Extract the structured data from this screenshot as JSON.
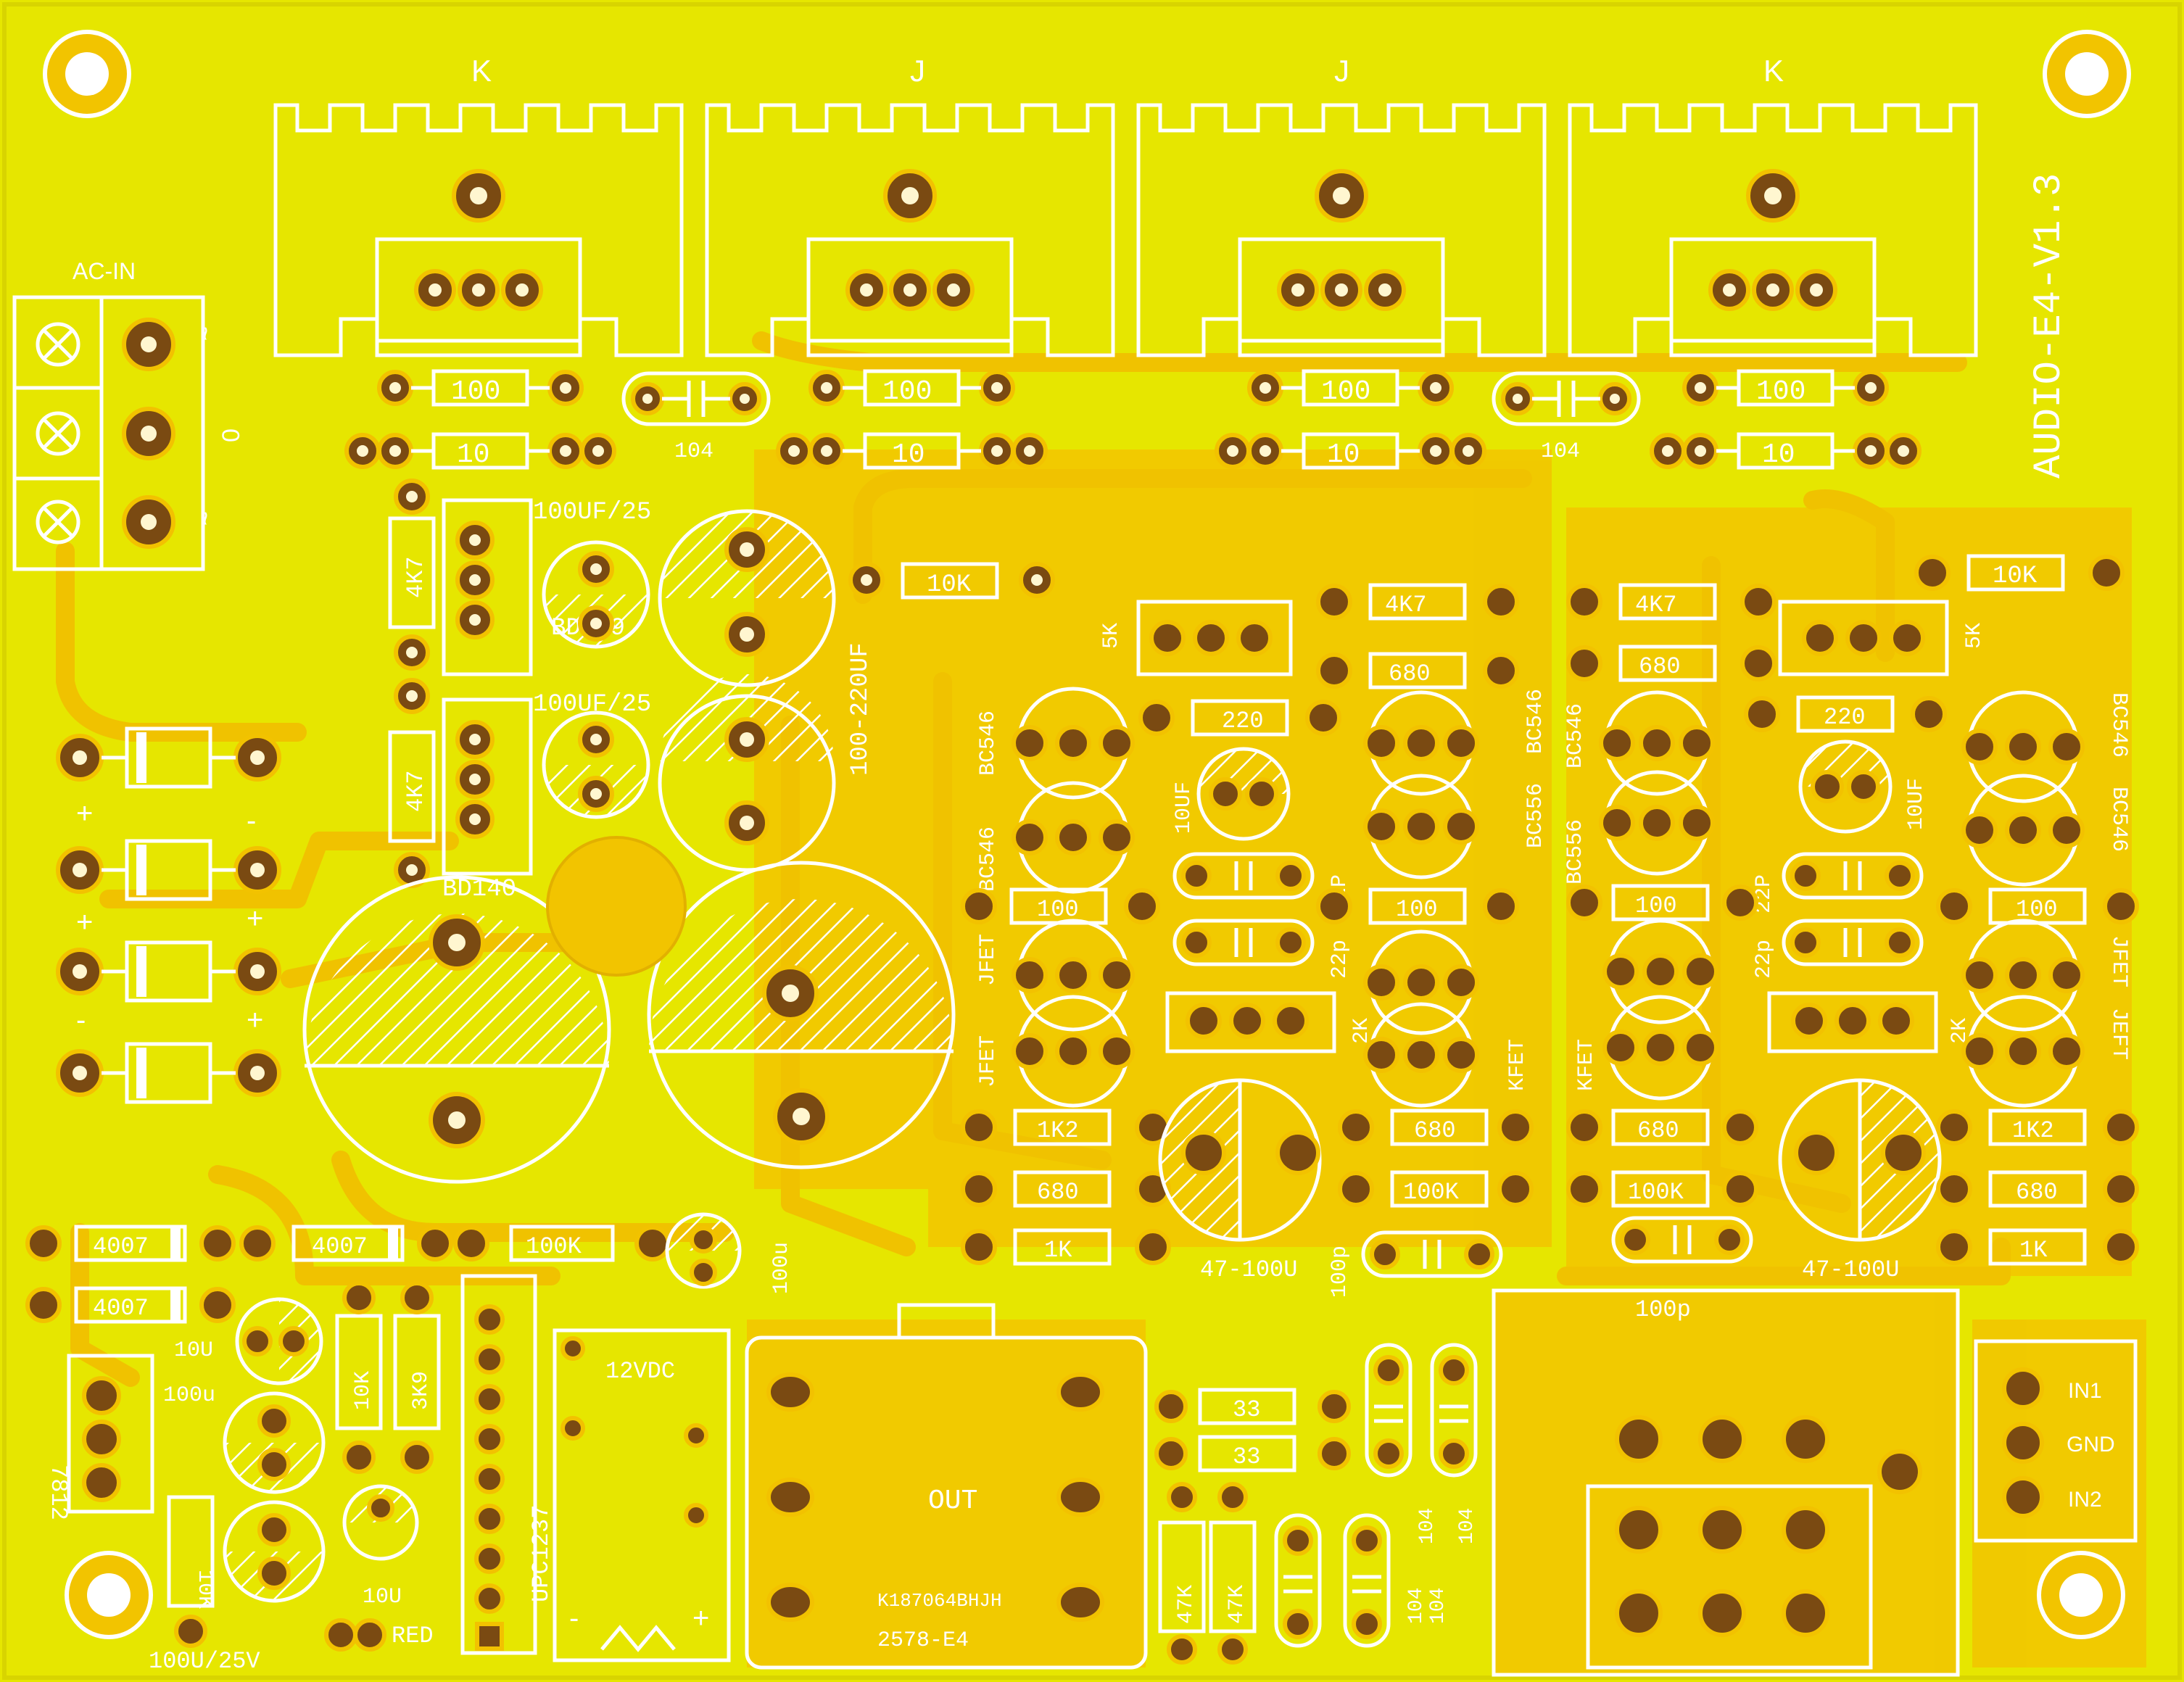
{
  "board": {
    "colors": {
      "board": "#e6e600",
      "copper_fill": "#f2c400",
      "silk": "#ffffff",
      "pad": "#7a4a12"
    },
    "version": "AUDIO-E4-V1.3",
    "ac_in": {
      "title": "AC-IN",
      "pins": [
        "~",
        "0",
        "~"
      ]
    },
    "heatsinks": [
      "K",
      "J",
      "J",
      "K"
    ],
    "resistors": {
      "r100": "100",
      "r10": "10",
      "r10k": "10K",
      "r4k7": "4K7",
      "r680": "680",
      "r220": "220",
      "r1k2": "1K2",
      "r1k": "1K",
      "r100k": "100K",
      "r33": "33",
      "r47k": "47K",
      "r3k9": "3K9"
    },
    "caps": {
      "c104": "104",
      "c100uf25": "100UF/25",
      "c100_220uf": "100-220UF",
      "c10uf": "10UF",
      "c22p": "22P",
      "c22p_low": "22p",
      "c47_100u": "47-100U",
      "c100p": "100p",
      "c100u": "100u",
      "c10u": "10U",
      "c100u25v": "100U/25V"
    },
    "transistors": {
      "bd139": "BD139",
      "bd140": "BD140",
      "bc546": "BC546",
      "bc556": "BC556",
      "jfet": "JFET",
      "jeft": "JEFT",
      "kfet": "KFET"
    },
    "pots": {
      "p5k": "5K",
      "p2k": "2K"
    },
    "diodes": {
      "d4007": "4007"
    },
    "regulator": "7812",
    "ic": "UPC1237",
    "relay": {
      "supply": "12VDC",
      "out": "OUT",
      "code": "K187064BHJH",
      "part": "2578-E4"
    },
    "led": "RED",
    "input": [
      "IN1",
      "GND",
      "IN2"
    ],
    "polarity": {
      "plus": "+",
      "minus": "-"
    }
  }
}
